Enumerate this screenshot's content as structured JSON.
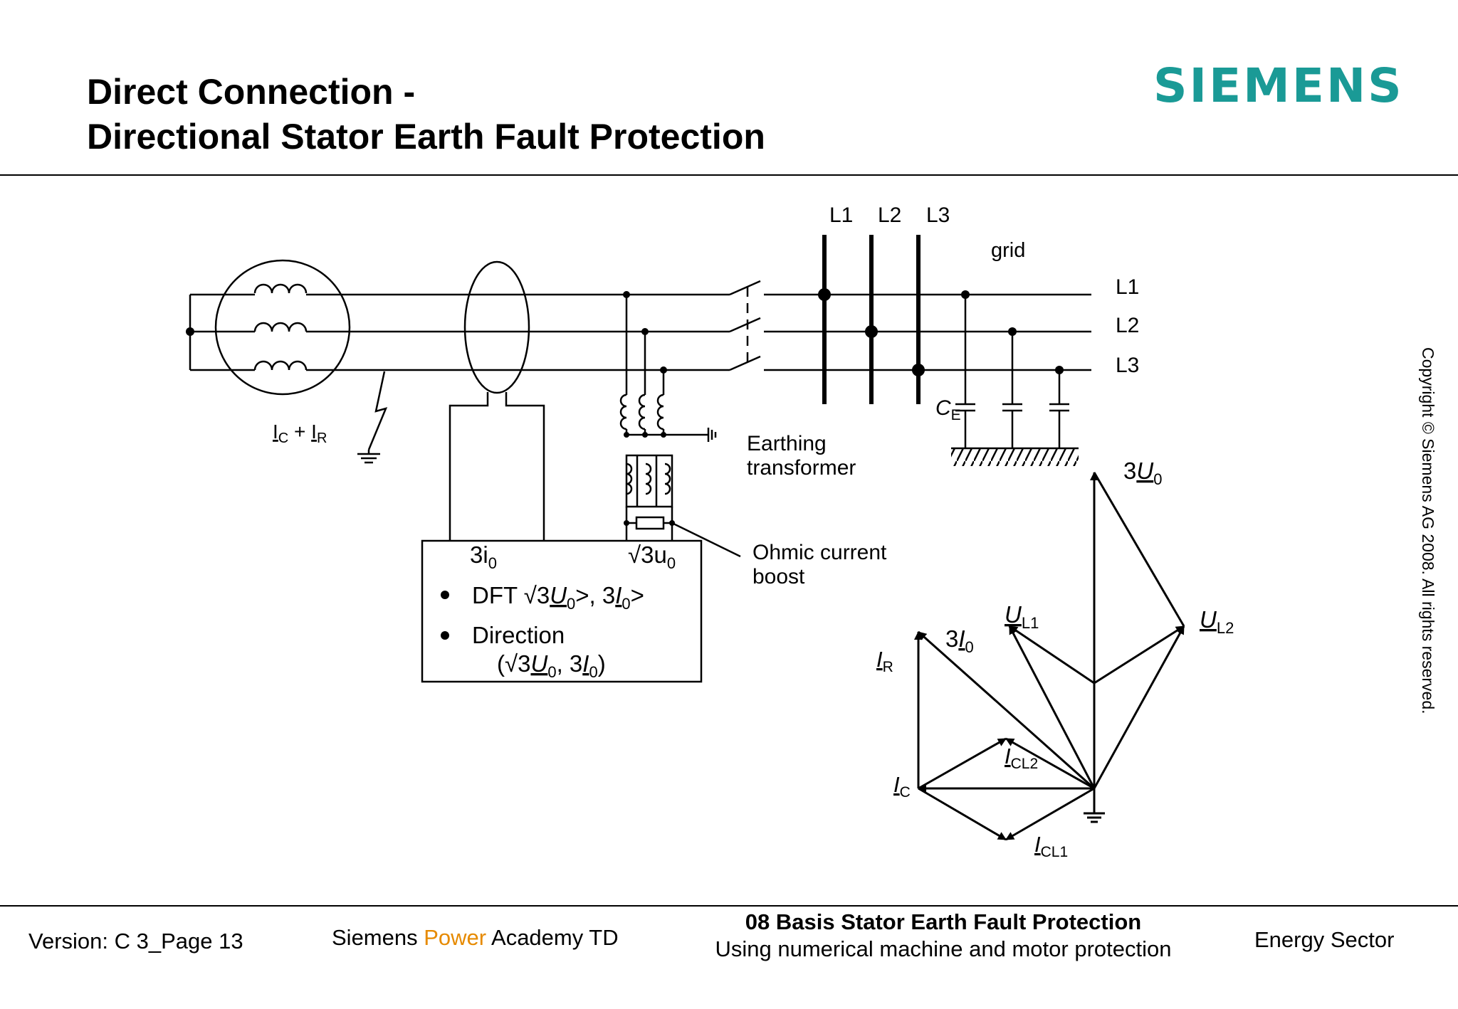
{
  "header": {
    "title_line1": "Direct Connection -",
    "title_line2": "Directional Stator Earth Fault Protection",
    "logo": "SIEMENS"
  },
  "diagram": {
    "phase_labels": [
      "L1",
      "L2",
      "L3"
    ],
    "grid_label": "grid",
    "fault_current_label": {
      "i_c": "I",
      "sub_c": "C",
      "plus": " + ",
      "i_r": "I",
      "sub_r": "R"
    },
    "earthing_transformer": [
      "Earthing",
      "transformer"
    ],
    "ohmic_boost": [
      "Ohmic current",
      "boost"
    ],
    "ce_label": {
      "main": "C",
      "sub": "E"
    },
    "relay_box": {
      "input_current": {
        "main": "3i",
        "sub": "0"
      },
      "input_voltage": {
        "main": "√3u",
        "sub": "0"
      },
      "bullet1": {
        "a": "DFT √3",
        "u": "U",
        "s1": "0",
        "b": ">, 3",
        "i": "I",
        "s2": "0",
        "c": ">"
      },
      "bullet2": "Direction",
      "bullet2_detail": {
        "a": "(√3",
        "u": "U",
        "s1": "0",
        "b": ", 3",
        "i": "I",
        "s2": "0",
        "c": ")"
      }
    },
    "phasors": {
      "three_u0": {
        "pre": "3",
        "main": "U",
        "sub": "0"
      },
      "ul1": {
        "main": "U",
        "sub": "L1"
      },
      "ul2": {
        "main": "U",
        "sub": "L2"
      },
      "three_i0": {
        "pre": "3",
        "main": "I",
        "sub": "0"
      },
      "ir": {
        "main": "I",
        "sub": "R"
      },
      "ic": {
        "main": "I",
        "sub": "C"
      },
      "icl1": {
        "main": "I",
        "sub": "CL1"
      },
      "icl2": {
        "main": "I",
        "sub": "CL2"
      }
    }
  },
  "copyright": "Copyright © Siemens AG 2008. All rights reserved.",
  "footer": {
    "version": "Version: C 3_Page 13",
    "academy_pre": "Siemens ",
    "academy_accent": "Power",
    "academy_post": " Academy TD",
    "course_title": "08 Basis Stator Earth Fault Protection",
    "course_subtitle": "Using numerical machine and motor protection",
    "sector": "Energy Sector"
  },
  "colors": {
    "logo": "#1a9a96",
    "accent": "#e68a00"
  }
}
